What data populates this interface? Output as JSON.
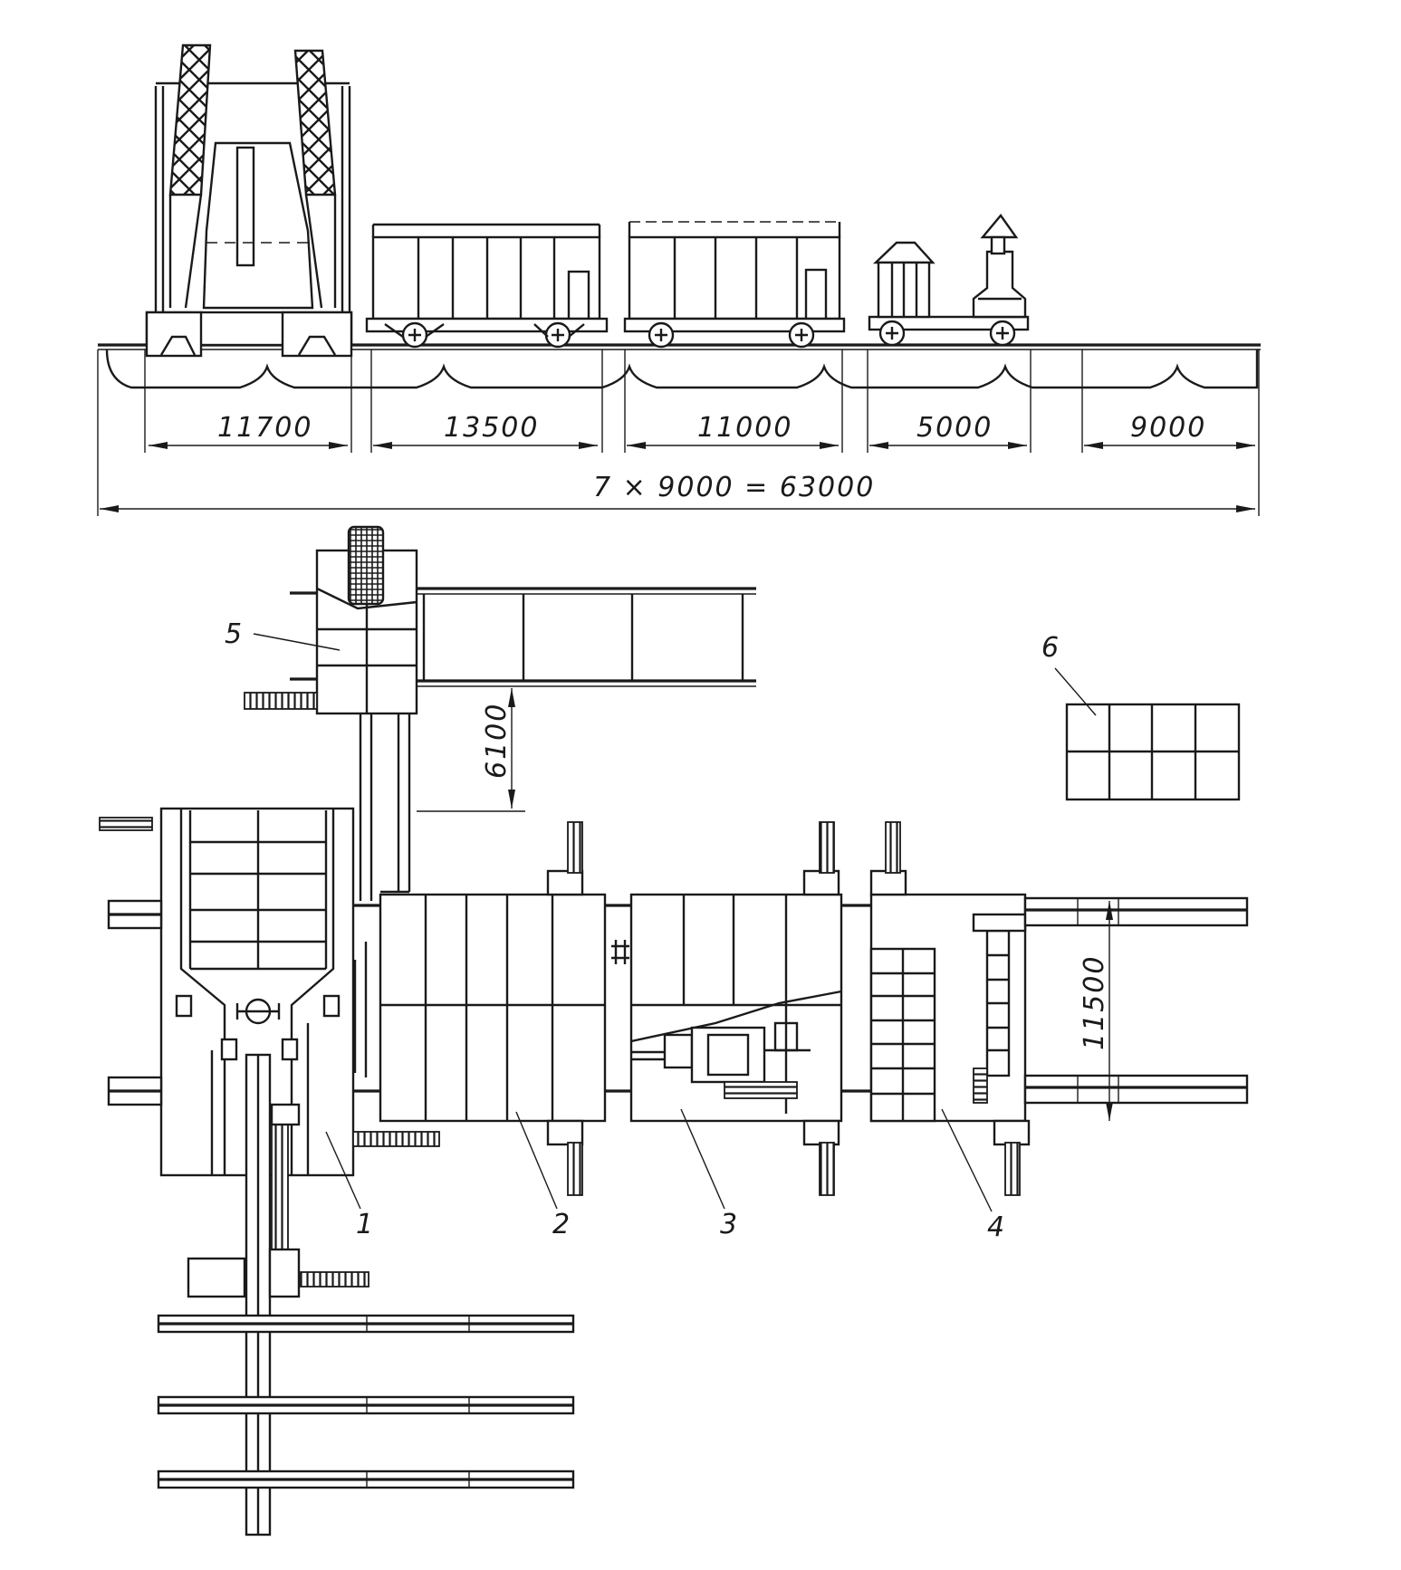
{
  "dimensions": {
    "d1": "11700",
    "d2": "13500",
    "d3": "11000",
    "d4": "5000",
    "d5": "9000",
    "total": "7 × 9000 = 63000",
    "vertical_a": "6100",
    "vertical_b": "11500"
  },
  "labels": {
    "l1": "1",
    "l2": "2",
    "l3": "3",
    "l4": "4",
    "l5": "5",
    "l6": "6"
  },
  "colors": {
    "ink": "#1a1a1a",
    "paper": "#ffffff"
  }
}
